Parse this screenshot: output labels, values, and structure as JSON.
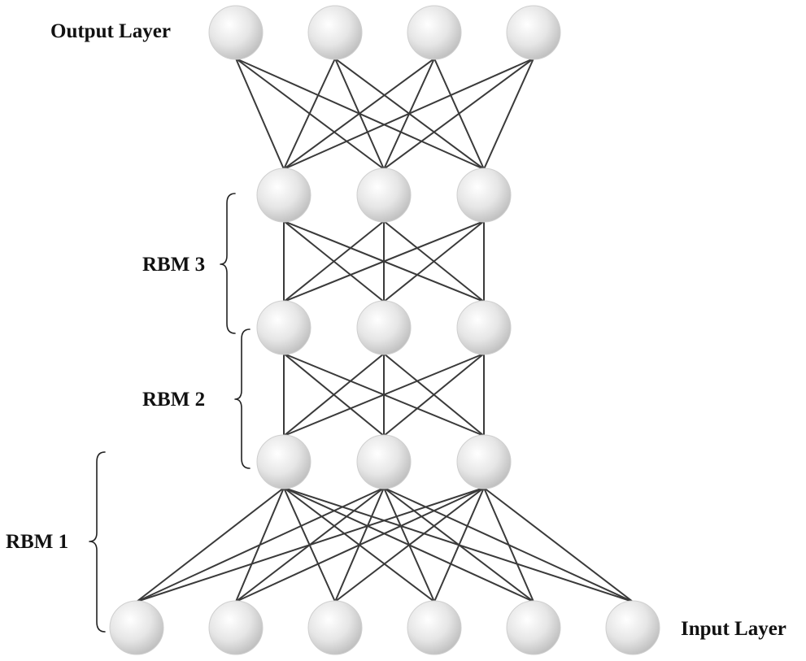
{
  "labels": {
    "output_layer": "Output Layer",
    "input_layer": "Input Layer",
    "rbm3": "RBM 3",
    "rbm2": "RBM 2",
    "rbm1": "RBM 1"
  },
  "layers": [
    {
      "name": "output",
      "units": 4
    },
    {
      "name": "hidden3",
      "units": 3
    },
    {
      "name": "hidden2",
      "units": 3
    },
    {
      "name": "hidden1",
      "units": 3
    },
    {
      "name": "input",
      "units": 6
    }
  ],
  "connections": "fully-connected between adjacent layers"
}
